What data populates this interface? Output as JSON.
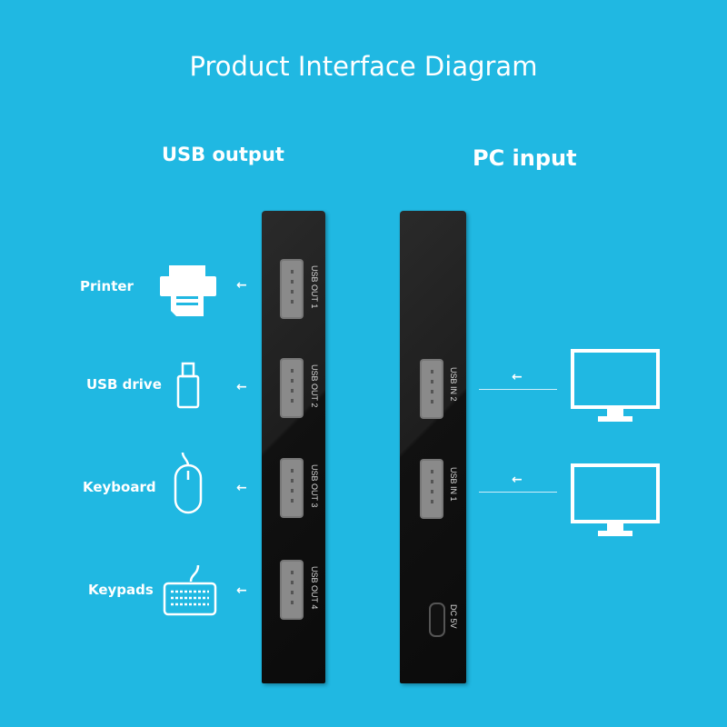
{
  "title": "Product Interface Diagram",
  "output_heading": "USB output",
  "input_heading": "PC input",
  "devices": [
    {
      "label": "Printer",
      "icon": "printer-icon"
    },
    {
      "label": "USB drive",
      "icon": "usb-drive-icon"
    },
    {
      "label": "Keyboard",
      "icon": "mouse-icon"
    },
    {
      "label": "Keypads",
      "icon": "keyboard-icon"
    }
  ],
  "out_ports": [
    "USB OUT 1",
    "USB OUT 2",
    "USB OUT 3",
    "USB OUT 4"
  ],
  "in_ports": [
    "USB IN 2",
    "USB IN 1"
  ],
  "dc_port": "DC 5V",
  "colors": {
    "background": "#20b8e2",
    "device": "#111111"
  }
}
